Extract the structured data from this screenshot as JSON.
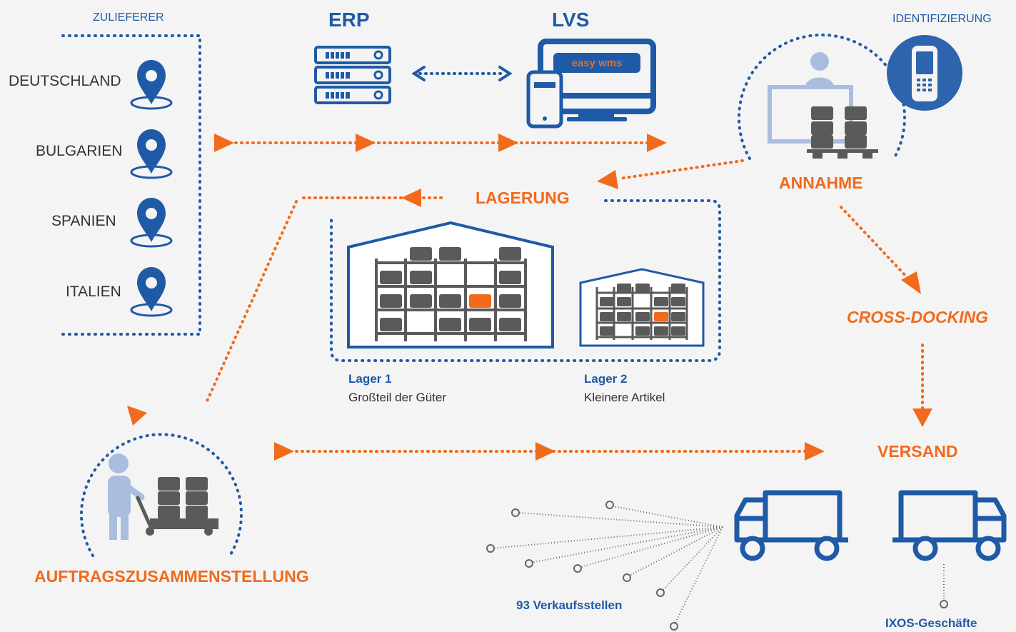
{
  "suppliers": {
    "heading": "ZULIEFERER",
    "countries": [
      "DEUTSCHLAND",
      "BULGARIEN",
      "SPANIEN",
      "ITALIEN"
    ]
  },
  "systems": {
    "erp_label": "ERP",
    "lvs_label": "LVS",
    "monitor_brand": "easy wms"
  },
  "identification": {
    "label": "IDENTIFIZIERUNG"
  },
  "stages": {
    "annahme": "ANNAHME",
    "lagerung": "LAGERUNG",
    "cross_docking": "CROSS-DOCKING",
    "versand": "VERSAND",
    "auftrag": "AUFTRAGSZUSAMMENSTELLUNG"
  },
  "warehouses": [
    {
      "title": "Lager 1",
      "description": "Großteil der Güter"
    },
    {
      "title": "Lager 2",
      "description": "Kleinere Artikel"
    }
  ],
  "destinations": {
    "stores": "93 Verkaufsstellen",
    "ixos": "IXOS-Geschäfte"
  },
  "colors": {
    "blue": "#1f5aa6",
    "orange": "#f26a1b",
    "grey": "#5a5a5a",
    "light_blue": "#a9bedf"
  },
  "icons": [
    "map-pin-icon",
    "server-rack-icon",
    "bidirectional-arrow-icon",
    "monitor-icon",
    "smartphone-icon",
    "barcode-scanner-icon",
    "reception-desk-icon",
    "warehouse-icon",
    "pallet-jack-worker-icon",
    "truck-icon"
  ]
}
